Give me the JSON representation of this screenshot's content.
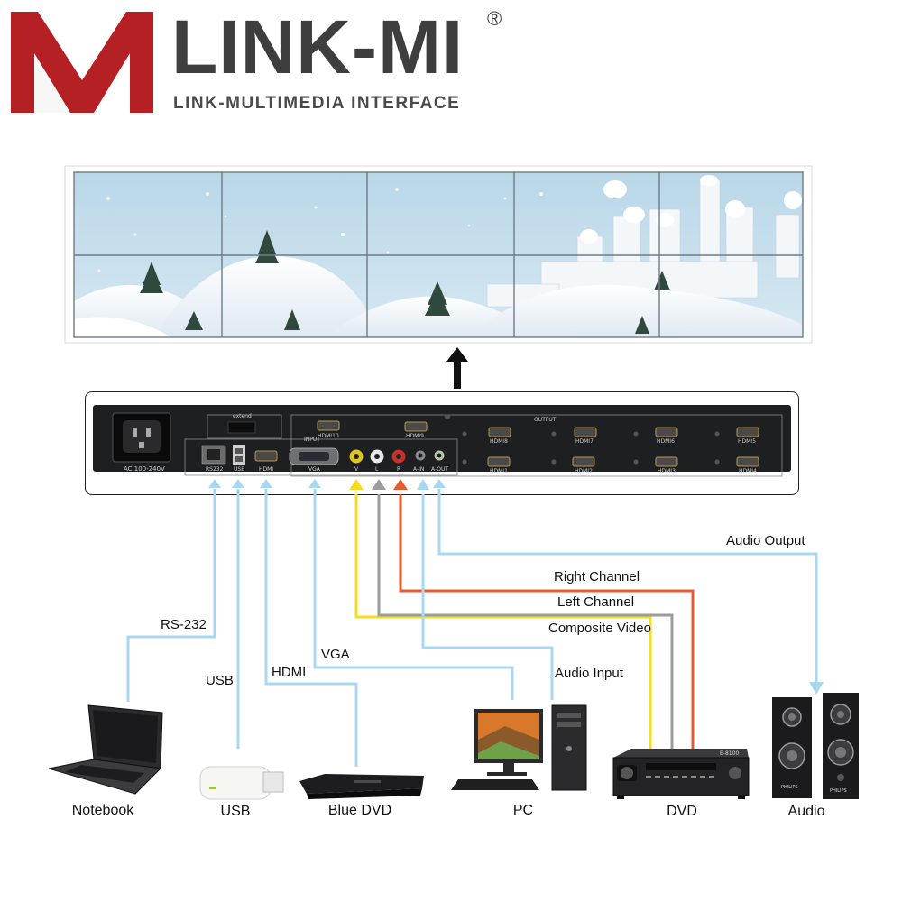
{
  "brand": {
    "name": "LINK-MI",
    "registered": "®",
    "tagline": "LINK-MULTIMEDIA INTERFACE",
    "colors": {
      "red": "#b52025",
      "dark": "#3e3e3e"
    }
  },
  "device_panel": {
    "power_label": "AC 100-240V",
    "extend_label": "extend",
    "input_label": "INPUT",
    "output_label": "OUTPUT",
    "input_ports": [
      "RS232",
      "USB",
      "HDMI",
      "VGA",
      "V",
      "L",
      "R",
      "A-IN",
      "A-OUT"
    ],
    "hdmi_top": [
      "HDMI10",
      "HDMI9",
      "HDMI8",
      "HDMI7",
      "HDMI6",
      "HDMI5"
    ],
    "hdmi_bottom": [
      "HDMI1",
      "HDMI2",
      "HDMI3",
      "HDMI4"
    ]
  },
  "connections": {
    "rs232": "RS-232",
    "usb": "USB",
    "hdmi": "HDMI",
    "vga": "VGA",
    "audio_output": "Audio Output",
    "right_channel": "Right Channel",
    "left_channel": "Left Channel",
    "composite_video": "Composite Video",
    "audio_input": "Audio Input"
  },
  "devices": {
    "notebook": "Notebook",
    "usb": "USB",
    "blue_dvd": "Blue DVD",
    "pc": "PC",
    "dvd": "DVD",
    "audio": "Audio",
    "amp_model": "E-8100",
    "speaker_brand": "PHILIPS"
  },
  "line_colors": {
    "blue": "#a9d7f0",
    "yellow": "#f5dc1f",
    "gray": "#9c9c9c",
    "red": "#e65c2c"
  }
}
